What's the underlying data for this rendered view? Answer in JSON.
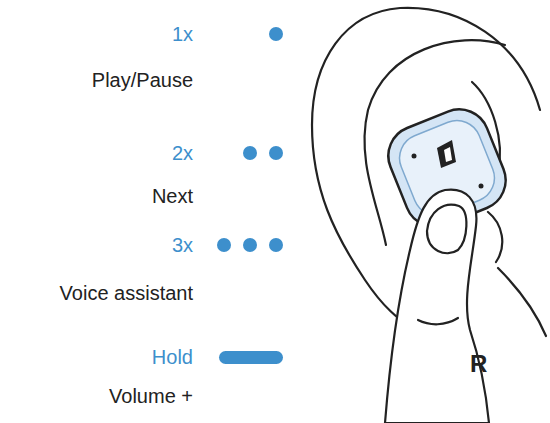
{
  "diagram": {
    "labels": [
      "1x",
      "Play/Pause",
      "2x",
      "Next",
      "3x",
      "Voice assistant",
      "Hold",
      "Volume +",
      "R"
    ]
  }
}
